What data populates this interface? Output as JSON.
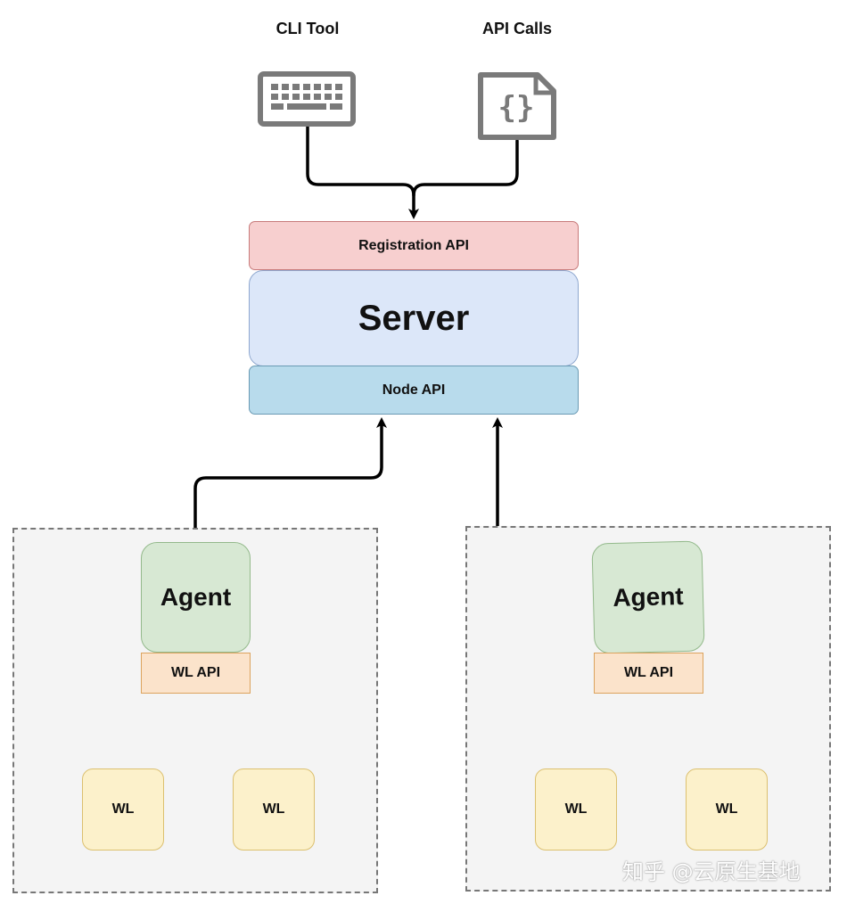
{
  "clients": {
    "cli": {
      "label": "CLI Tool",
      "icon": "keyboard-icon"
    },
    "api": {
      "label": "API Calls",
      "icon": "code-file-icon"
    }
  },
  "server": {
    "registration_api": "Registration API",
    "title": "Server",
    "node_api": "Node API"
  },
  "nodes": [
    {
      "agent": "Agent",
      "wl_api": "WL API",
      "workloads": [
        "WL",
        "WL"
      ]
    },
    {
      "agent": "Agent",
      "wl_api": "WL API",
      "workloads": [
        "WL",
        "WL"
      ]
    }
  ],
  "watermark": "知乎 @云原生基地",
  "colors": {
    "registration_api": "#f7cfcf",
    "server": "#dce7f9",
    "node_api": "#b8dbec",
    "agent": "#d7e8d3",
    "wl_api": "#fbe3cb",
    "workload": "#fcf1cb",
    "icon_gray": "#7a7a7a"
  }
}
